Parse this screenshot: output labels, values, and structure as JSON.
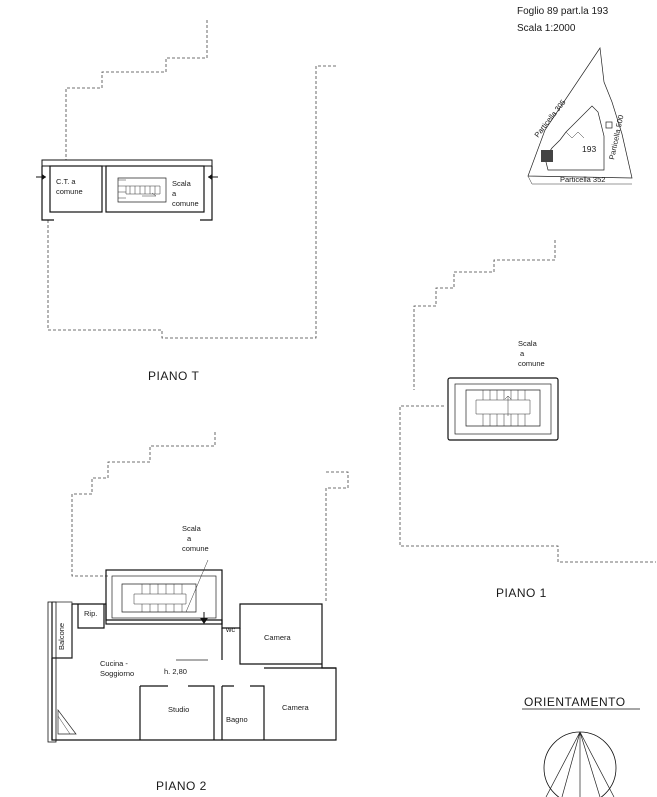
{
  "header": {
    "foglio": "Foglio 89 part.la 193",
    "scala": "Scala 1:2000"
  },
  "planimetria": {
    "particella_305": "Particella 305",
    "particella_500": "Particella 500",
    "particella_352": "Particella 352",
    "numero": "193"
  },
  "piano_t": {
    "title": "PIANO T",
    "ct_line1": "C.T. a",
    "ct_line2": "comune",
    "scala_line1": "Scala",
    "scala_line2": "a",
    "scala_line3": "comune"
  },
  "piano_1": {
    "title": "PIANO 1",
    "scala_line1": "Scala",
    "scala_line2": "a",
    "scala_line3": "comune"
  },
  "piano_2": {
    "title": "PIANO 2",
    "scala_line1": "Scala",
    "scala_line2": "a",
    "scala_line3": "comune",
    "rip": "Rip.",
    "balcone": "Balcone",
    "wc": "wc",
    "camera1": "Camera",
    "cucina_line1": "Cucina -",
    "cucina_line2": "Soggiorno",
    "altezza": "h. 2,80",
    "studio": "Studio",
    "bagno": "Bagno",
    "camera2": "Camera"
  },
  "orientamento": {
    "title": "ORIENTAMENTO"
  }
}
